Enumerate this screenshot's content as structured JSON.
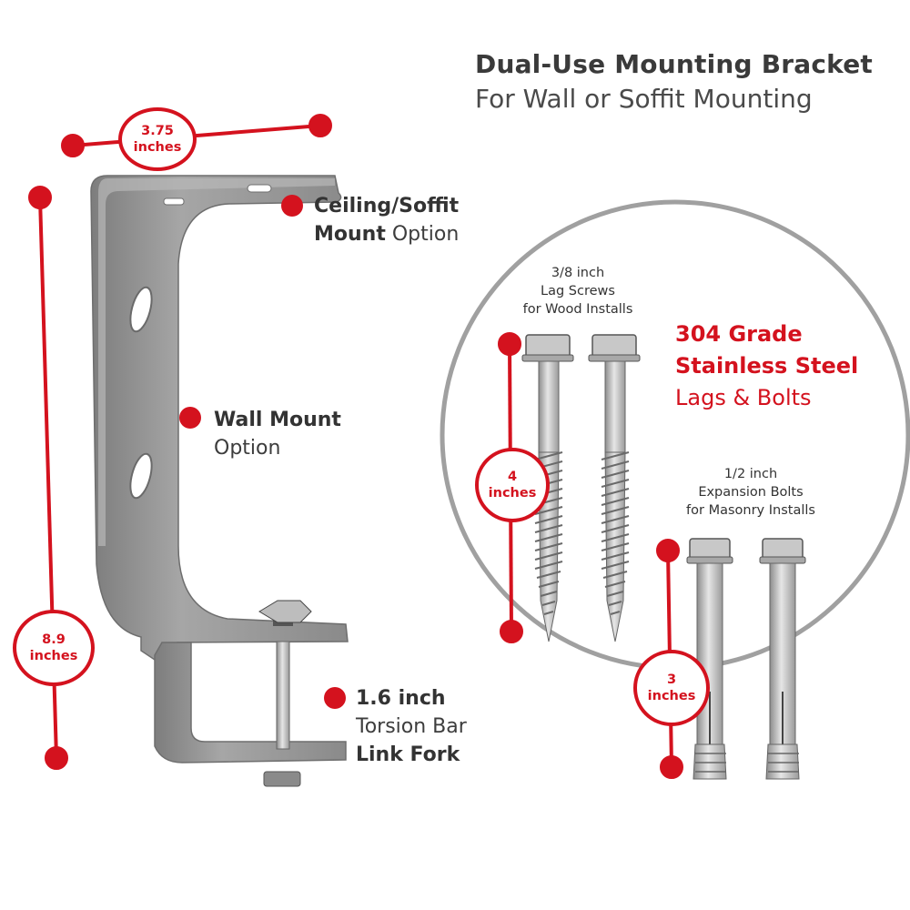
{
  "header": {
    "title": "Dual-Use Mounting Bracket",
    "subtitle": "For Wall or Soffit Mounting"
  },
  "dimensions": {
    "width": {
      "value": "3.75",
      "unit": "inches"
    },
    "height": {
      "value": "8.9",
      "unit": "inches"
    },
    "lag_length": {
      "value": "4",
      "unit": "inches"
    },
    "bolt_length": {
      "value": "3",
      "unit": "inches"
    }
  },
  "callouts": {
    "ceiling": {
      "bold1": "Ceiling/Soffit",
      "bold2": "Mount",
      "rest": " Option"
    },
    "wall": {
      "bold": "Wall Mount",
      "rest": "Option"
    },
    "fork": {
      "bold1": "1.6 inch",
      "line2": "Torsion Bar",
      "bold3": "Link Fork"
    }
  },
  "hardware": {
    "lag_caption": [
      "3/8 inch",
      "Lag Screws",
      "for Wood Installs"
    ],
    "bolt_caption": [
      "1/2 inch",
      "Expansion Bolts",
      "for Masonry Installs"
    ],
    "steel_line1": "304 Grade",
    "steel_line2": "Stainless Steel",
    "steel_line3": "Lags & Bolts"
  },
  "colors": {
    "accent": "#d4121e",
    "bracket": "#9a9a9a",
    "steel": "#c9c9c9",
    "circle": "#a0a0a0"
  }
}
